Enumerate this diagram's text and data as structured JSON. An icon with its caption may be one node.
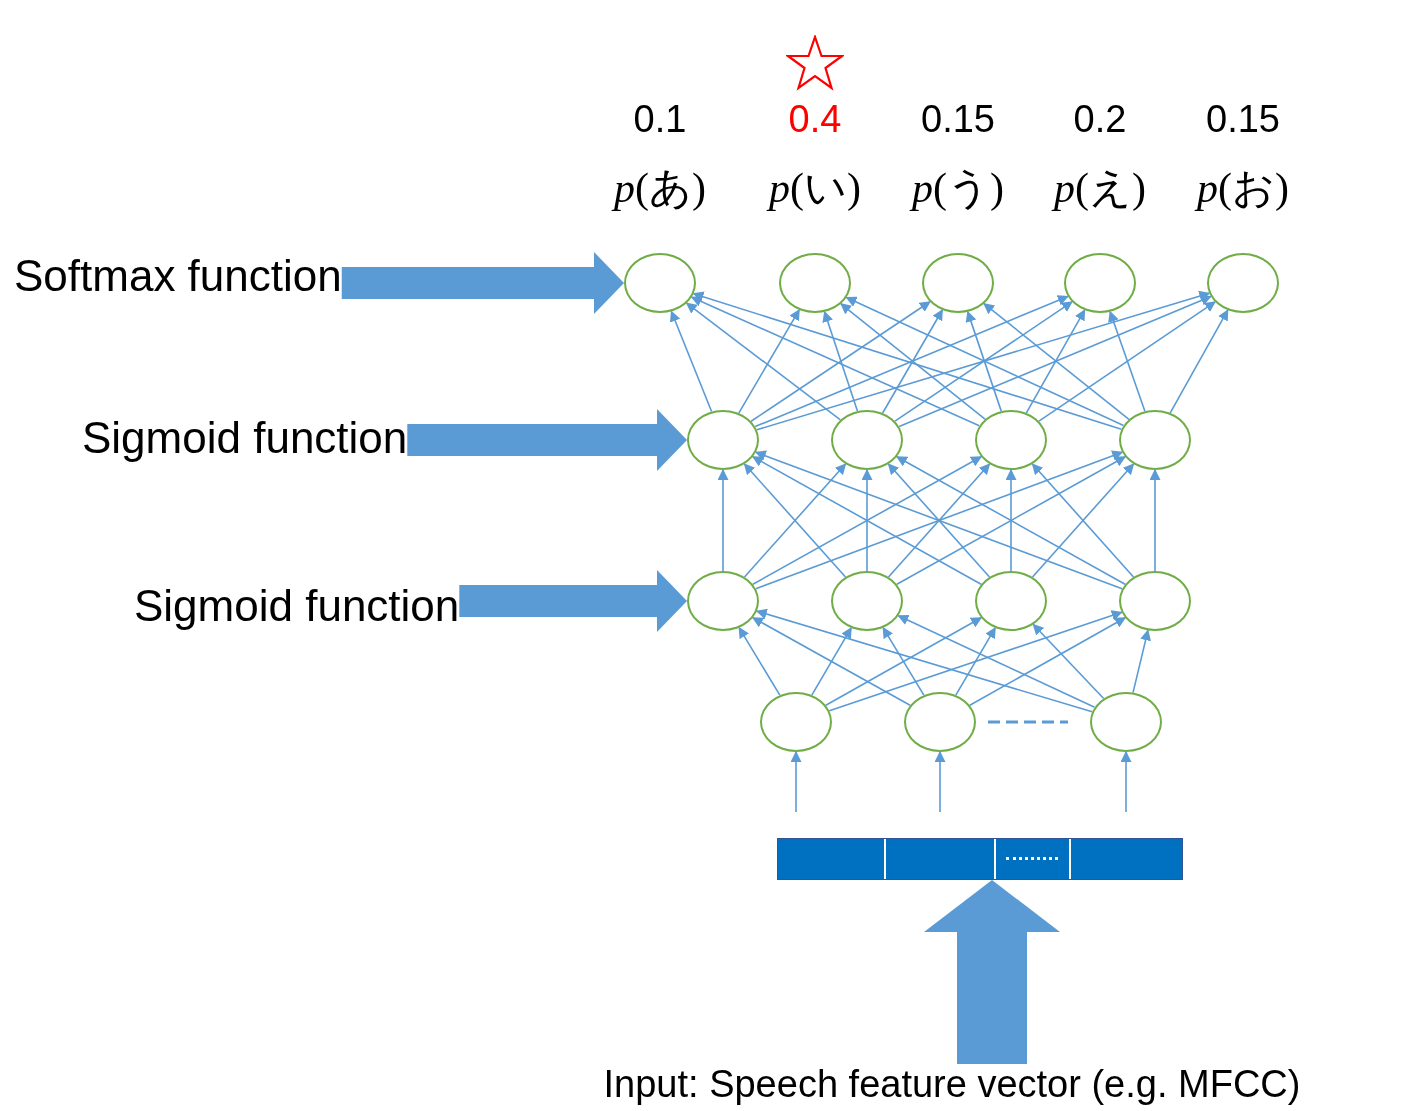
{
  "diagram": {
    "nodes": [
      {
        "text": [
          "Softmax function"
        ]
      },
      {
        "text": [],
        "shape": "circle",
        "beside": [
          "0.1",
          "*p*(あ)"
        ]
      },
      {
        "text": [],
        "shape": "circle",
        "beside": [
          "0.4",
          "*p*(い)"
        ]
      },
      {
        "text": [],
        "shape": "circle",
        "beside": [
          "0.15",
          "*p*(う)"
        ]
      },
      {
        "text": [],
        "shape": "circle",
        "beside": [
          "0.2",
          "*p*(え)"
        ]
      },
      {
        "text": [],
        "shape": "circle",
        "beside": [
          "0.15",
          "*p*(お)"
        ]
      },
      {
        "text": [
          "Sigmoid function"
        ]
      },
      {
        "text": [],
        "shape": "circle"
      },
      {
        "text": [],
        "shape": "circle"
      },
      {
        "text": [],
        "shape": "circle"
      },
      {
        "text": [],
        "shape": "circle"
      },
      {
        "text": [
          "Sigmoid function"
        ]
      },
      {
        "text": [],
        "shape": "circle"
      },
      {
        "text": [],
        "shape": "circle"
      },
      {
        "text": [],
        "shape": "circle"
      },
      {
        "text": [],
        "shape": "circle"
      },
      {
        "text": [],
        "shape": "circle"
      },
      {
        "text": [],
        "shape": "circle"
      },
      {
        "text": [],
        "shape": "circle"
      },
      {
        "text": [],
        "shape": "bar"
      },
      {
        "text": [
          "Input: Speech feature vector (e.g. MFCC)"
        ]
      }
    ],
    "edges": [
      {
        "from": 0,
        "to": 1,
        "arrow": "to",
        "style": "thick"
      },
      {
        "from": 6,
        "to": 7,
        "arrow": "to",
        "style": "thick"
      },
      {
        "from": 11,
        "to": 12,
        "arrow": "to",
        "style": "thick"
      },
      {
        "from": 7,
        "to": 1,
        "arrow": "to"
      },
      {
        "from": 7,
        "to": 2,
        "arrow": "to"
      },
      {
        "from": 7,
        "to": 3,
        "arrow": "to"
      },
      {
        "from": 7,
        "to": 4,
        "arrow": "to"
      },
      {
        "from": 7,
        "to": 5,
        "arrow": "to"
      },
      {
        "from": 8,
        "to": 1,
        "arrow": "to"
      },
      {
        "from": 8,
        "to": 2,
        "arrow": "to"
      },
      {
        "from": 8,
        "to": 3,
        "arrow": "to"
      },
      {
        "from": 8,
        "to": 4,
        "arrow": "to"
      },
      {
        "from": 8,
        "to": 5,
        "arrow": "to"
      },
      {
        "from": 9,
        "to": 1,
        "arrow": "to"
      },
      {
        "from": 9,
        "to": 2,
        "arrow": "to"
      },
      {
        "from": 9,
        "to": 3,
        "arrow": "to"
      },
      {
        "from": 9,
        "to": 4,
        "arrow": "to"
      },
      {
        "from": 9,
        "to": 5,
        "arrow": "to"
      },
      {
        "from": 10,
        "to": 1,
        "arrow": "to"
      },
      {
        "from": 10,
        "to": 2,
        "arrow": "to"
      },
      {
        "from": 10,
        "to": 3,
        "arrow": "to"
      },
      {
        "from": 10,
        "to": 4,
        "arrow": "to"
      },
      {
        "from": 10,
        "to": 5,
        "arrow": "to"
      },
      {
        "from": 12,
        "to": 7,
        "arrow": "to"
      },
      {
        "from": 12,
        "to": 8,
        "arrow": "to"
      },
      {
        "from": 12,
        "to": 9,
        "arrow": "to"
      },
      {
        "from": 12,
        "to": 10,
        "arrow": "to"
      },
      {
        "from": 13,
        "to": 7,
        "arrow": "to"
      },
      {
        "from": 13,
        "to": 8,
        "arrow": "to"
      },
      {
        "from": 13,
        "to": 9,
        "arrow": "to"
      },
      {
        "from": 13,
        "to": 10,
        "arrow": "to"
      },
      {
        "from": 14,
        "to": 7,
        "arrow": "to"
      },
      {
        "from": 14,
        "to": 8,
        "arrow": "to"
      },
      {
        "from": 14,
        "to": 9,
        "arrow": "to"
      },
      {
        "from": 14,
        "to": 10,
        "arrow": "to"
      },
      {
        "from": 15,
        "to": 7,
        "arrow": "to"
      },
      {
        "from": 15,
        "to": 8,
        "arrow": "to"
      },
      {
        "from": 15,
        "to": 9,
        "arrow": "to"
      },
      {
        "from": 15,
        "to": 10,
        "arrow": "to"
      },
      {
        "from": 16,
        "to": 12,
        "arrow": "to"
      },
      {
        "from": 16,
        "to": 13,
        "arrow": "to"
      },
      {
        "from": 16,
        "to": 14,
        "arrow": "to"
      },
      {
        "from": 16,
        "to": 15,
        "arrow": "to"
      },
      {
        "from": 17,
        "to": 12,
        "arrow": "to"
      },
      {
        "from": 17,
        "to": 13,
        "arrow": "to"
      },
      {
        "from": 17,
        "to": 14,
        "arrow": "to"
      },
      {
        "from": 17,
        "to": 15,
        "arrow": "to"
      },
      {
        "from": 18,
        "to": 12,
        "arrow": "to"
      },
      {
        "from": 18,
        "to": 13,
        "arrow": "to"
      },
      {
        "from": 18,
        "to": 14,
        "arrow": "to"
      },
      {
        "from": 18,
        "to": 15,
        "arrow": "to"
      },
      {
        "from": null,
        "to": 16,
        "arrow": "to"
      },
      {
        "from": null,
        "to": 17,
        "arrow": "to"
      },
      {
        "from": null,
        "to": 18,
        "arrow": "to"
      },
      {
        "from": 20,
        "to": 19,
        "arrow": "to",
        "style": "thick"
      }
    ]
  }
}
